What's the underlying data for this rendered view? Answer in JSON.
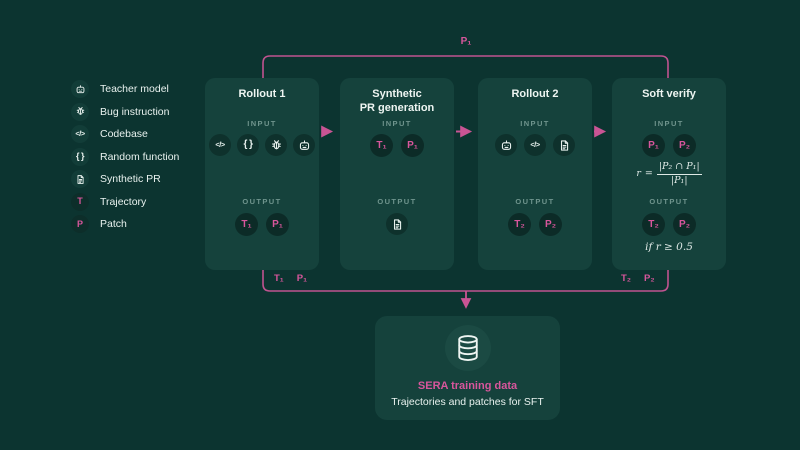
{
  "colors": {
    "background": "#0c3430",
    "card": "#15423c",
    "chip": "#0c2b27",
    "pink_text": "#d8569c",
    "pink_line": "#c05390",
    "muted_label": "#6f948d",
    "white_text": "#e9f2ef"
  },
  "legend": {
    "items": [
      {
        "icon": "robot-icon",
        "label": "Teacher model"
      },
      {
        "icon": "bug-icon",
        "label": "Bug instruction"
      },
      {
        "icon": "code-icon",
        "label": "Codebase"
      },
      {
        "icon": "braces-icon",
        "label": "Random function"
      },
      {
        "icon": "document-icon",
        "label": "Synthetic PR"
      },
      {
        "icon": "trajectory-icon",
        "label": "Trajectory"
      },
      {
        "icon": "patch-icon",
        "label": "Patch"
      }
    ]
  },
  "icons": {
    "code_glyph": "</>",
    "braces_glyph": "{ }",
    "trajectory_glyph": "T",
    "patch_glyph": "P"
  },
  "flow": {
    "top_label": "P₁",
    "bottom_left": [
      "T₁",
      "P₁"
    ],
    "bottom_right": [
      "T₂",
      "P₂"
    ]
  },
  "cards": [
    {
      "title": "Rollout 1",
      "input_label": "INPUT",
      "output_label": "OUTPUT",
      "input_icons": [
        "code-icon",
        "braces-icon",
        "bug-icon",
        "robot-icon"
      ],
      "outputs": [
        "T₁",
        "P₁"
      ]
    },
    {
      "title": "Synthetic\nPR generation",
      "input_label": "INPUT",
      "output_label": "OUTPUT",
      "inputs": [
        "T₁",
        "P₁"
      ],
      "output_icons": [
        "document-icon"
      ]
    },
    {
      "title": "Rollout 2",
      "input_label": "INPUT",
      "output_label": "OUTPUT",
      "input_icons": [
        "robot-icon",
        "code-icon",
        "document-icon"
      ],
      "outputs": [
        "T₂",
        "P₂"
      ]
    },
    {
      "title": "Soft verify",
      "input_label": "INPUT",
      "output_label": "OUTPUT",
      "inputs": [
        "P₁",
        "P₂"
      ],
      "formula": {
        "var": "r",
        "eq": "=",
        "numerator": "|P₂ ∩ P₁|",
        "denominator": "|P₁|"
      },
      "outputs": [
        "T₂",
        "P₂"
      ],
      "condition": "if r ≥ 0.5"
    }
  ],
  "result": {
    "icon": "database-icon",
    "title": "SERA training data",
    "subtitle": "Trajectories and patches for SFT"
  }
}
